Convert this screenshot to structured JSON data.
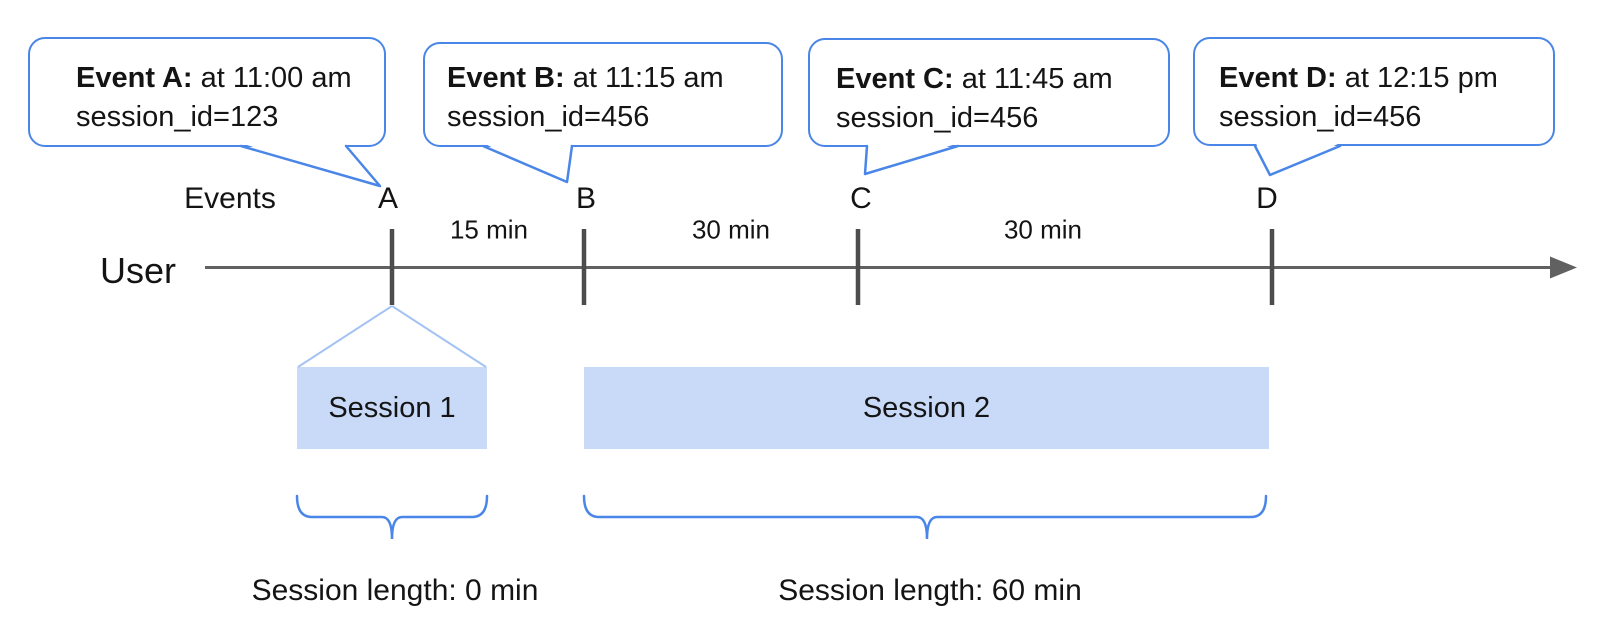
{
  "callouts": [
    {
      "bold": "Event A:",
      "text": "at 11:00 am",
      "detail": "session_id=123"
    },
    {
      "bold": "Event B:",
      "text": "at 11:15 am",
      "detail": "session_id=456"
    },
    {
      "bold": "Event C:",
      "text": "at 11:45 am",
      "detail": "session_id=456"
    },
    {
      "bold": "Event D:",
      "text": "at 12:15 pm",
      "detail": "session_id=456"
    }
  ],
  "timeline": {
    "events_label": "Events",
    "user_label": "User",
    "marks": [
      "A",
      "B",
      "C",
      "D"
    ],
    "intervals": [
      "15 min",
      "30 min",
      "30 min"
    ]
  },
  "sessions": [
    {
      "label": "Session 1",
      "length": "Session length: 0 min"
    },
    {
      "label": "Session 2",
      "length": "Session length: 60 min"
    }
  ],
  "colors": {
    "callout_border": "#4a86e8",
    "session_fill": "#c9daf8",
    "funnel_line": "#a4c2f4",
    "axis": "#616161",
    "tick": "#4d4d4d",
    "text": "#141414"
  }
}
